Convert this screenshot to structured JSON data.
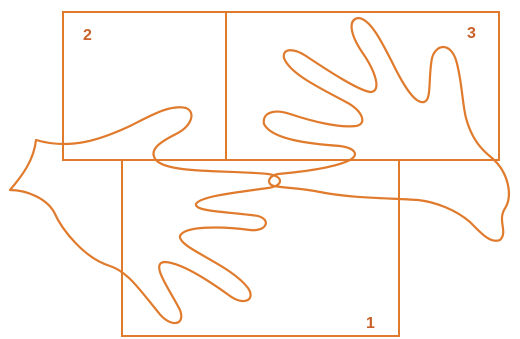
{
  "colors": {
    "line": "#e07a2c",
    "label": "#c8612a",
    "background": "#ffffff"
  },
  "diagram": {
    "panels": [
      {
        "id": "panel-1",
        "label": "1"
      },
      {
        "id": "panel-2",
        "label": "2"
      },
      {
        "id": "panel-3",
        "label": "3"
      }
    ],
    "hands": [
      {
        "id": "hand-lower-left"
      },
      {
        "id": "hand-upper-right"
      }
    ]
  }
}
